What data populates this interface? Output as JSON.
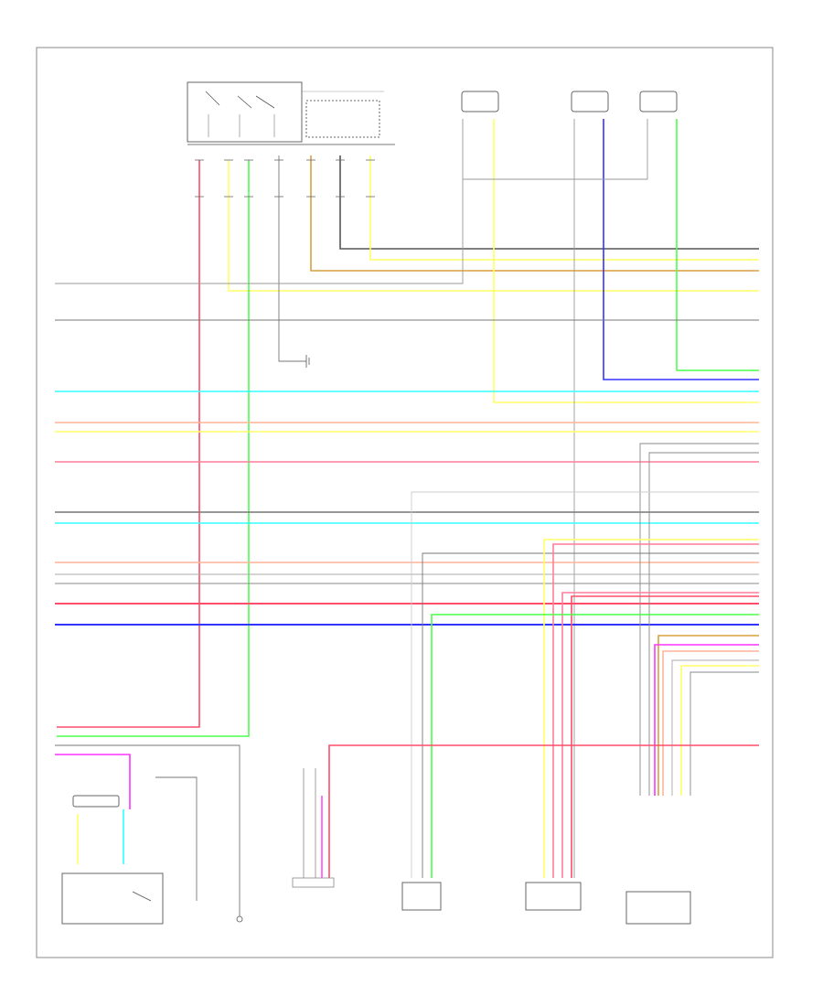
{
  "footer": {
    "code": ""
  },
  "colors": {
    "red": "#ff4d6a",
    "pink": "#ff7f99",
    "yellow": "#ffff66",
    "green": "#4cff4c",
    "blue": "#3333ff",
    "cyan": "#33ffff",
    "gray": "#777777",
    "lightgray": "#bbbbbb",
    "tan": "#d9a040",
    "magenta": "#ff33ff",
    "orange": "#ffb399"
  },
  "components": [
    {
      "id": "combination-switch",
      "label": ""
    },
    {
      "id": "sensor-1",
      "label": ""
    },
    {
      "id": "sensor-2",
      "label": ""
    },
    {
      "id": "sensor-3",
      "label": ""
    },
    {
      "id": "system-select-switch",
      "label": ""
    },
    {
      "id": "ground-point",
      "label": ""
    },
    {
      "id": "control-switch",
      "label": ""
    },
    {
      "id": "sensor-a",
      "label": ""
    },
    {
      "id": "sensor-b",
      "label": ""
    },
    {
      "id": "sensor-c",
      "label": ""
    }
  ]
}
